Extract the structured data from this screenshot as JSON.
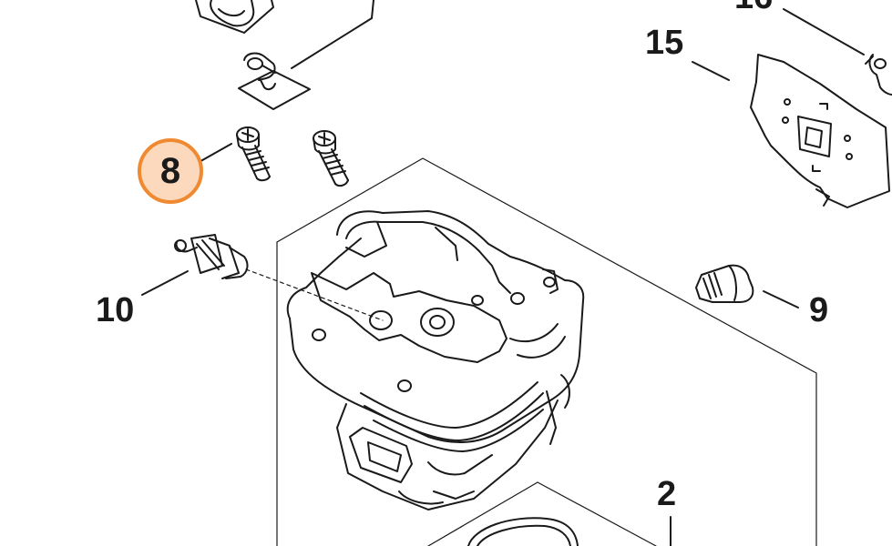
{
  "diagram": {
    "callouts": {
      "part_8": "8",
      "part_10": "10",
      "part_9": "9",
      "part_15": "15",
      "part_2": "2",
      "part_16_partial": "16"
    },
    "selected_callout": "8",
    "colors": {
      "line": "#1a1a1a",
      "highlight_fill": "#fcd9bd",
      "highlight_border": "#f08a32"
    }
  }
}
